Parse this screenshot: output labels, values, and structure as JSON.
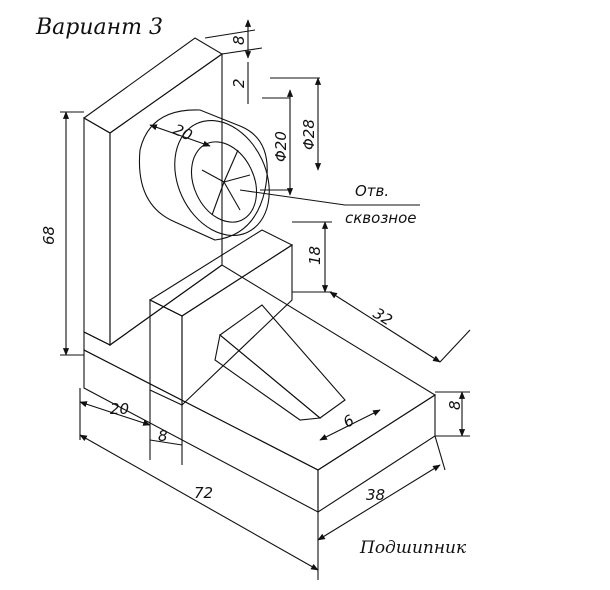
{
  "title": "Вариант 3",
  "caption": "Подшипник",
  "note": {
    "line1": "Отв.",
    "line2": "сквозное"
  },
  "dimensions": {
    "height_total": "68",
    "top_thickness": "8",
    "top_gap": "2",
    "ring_width": "20",
    "hole_diam": "Φ20",
    "outer_diam": "Φ28",
    "boss_height": "18",
    "base_length": "32",
    "base_height": "8",
    "rib_width": "6",
    "left_offset": "20",
    "wall_thickness": "8",
    "total_length": "72",
    "base_width": "38"
  }
}
